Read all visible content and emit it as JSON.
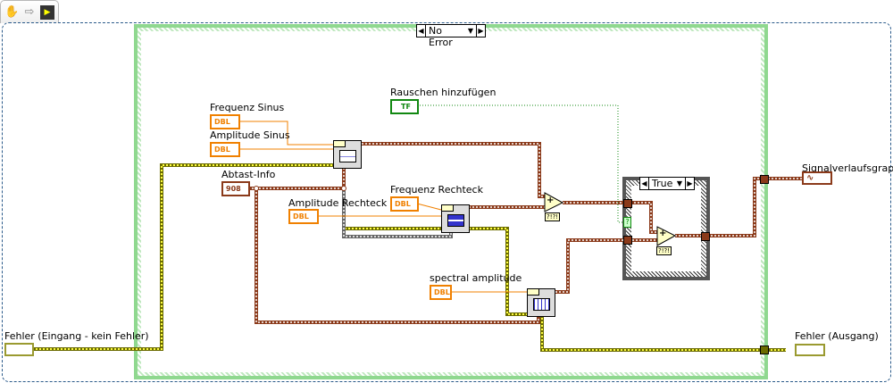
{
  "toolbar": {
    "icons": [
      "hand-icon",
      "run-arrow-icon",
      "highlight-execution-icon"
    ]
  },
  "case_structure": {
    "selector_value": "No Error"
  },
  "inner_case": {
    "selector_value": "True"
  },
  "controls": {
    "freq_sinus": {
      "label": "Frequenz Sinus",
      "type": "DBL"
    },
    "amp_sinus": {
      "label": "Amplitude Sinus",
      "type": "DBL"
    },
    "abtast_info": {
      "label": "Abtast-Info",
      "type": "908"
    },
    "amp_rechteck": {
      "label": "Amplitude Rechteck",
      "type": "DBL"
    },
    "freq_rechteck": {
      "label": "Frequenz Rechteck",
      "type": "DBL"
    },
    "rauschen": {
      "label": "Rauschen hinzufügen",
      "type": "TF"
    },
    "spectral": {
      "label": "spectral amplitude",
      "type": "DBL"
    },
    "fehler_in": {
      "label": "Fehler (Eingang - kein Fehler)"
    }
  },
  "indicators": {
    "graph": {
      "label": "Signalverlaufsgraph"
    },
    "fehler_out": {
      "label": "Fehler (Ausgang)"
    }
  },
  "nodes": {
    "add_glyph": "+",
    "add_sub": "?!?!",
    "selector_question": "?"
  },
  "colors": {
    "dbl": "#f08000",
    "waveform": "#8b3a1a",
    "error": "#9a9a30",
    "boolean": "#118811",
    "case_border": "#8fd88f"
  }
}
